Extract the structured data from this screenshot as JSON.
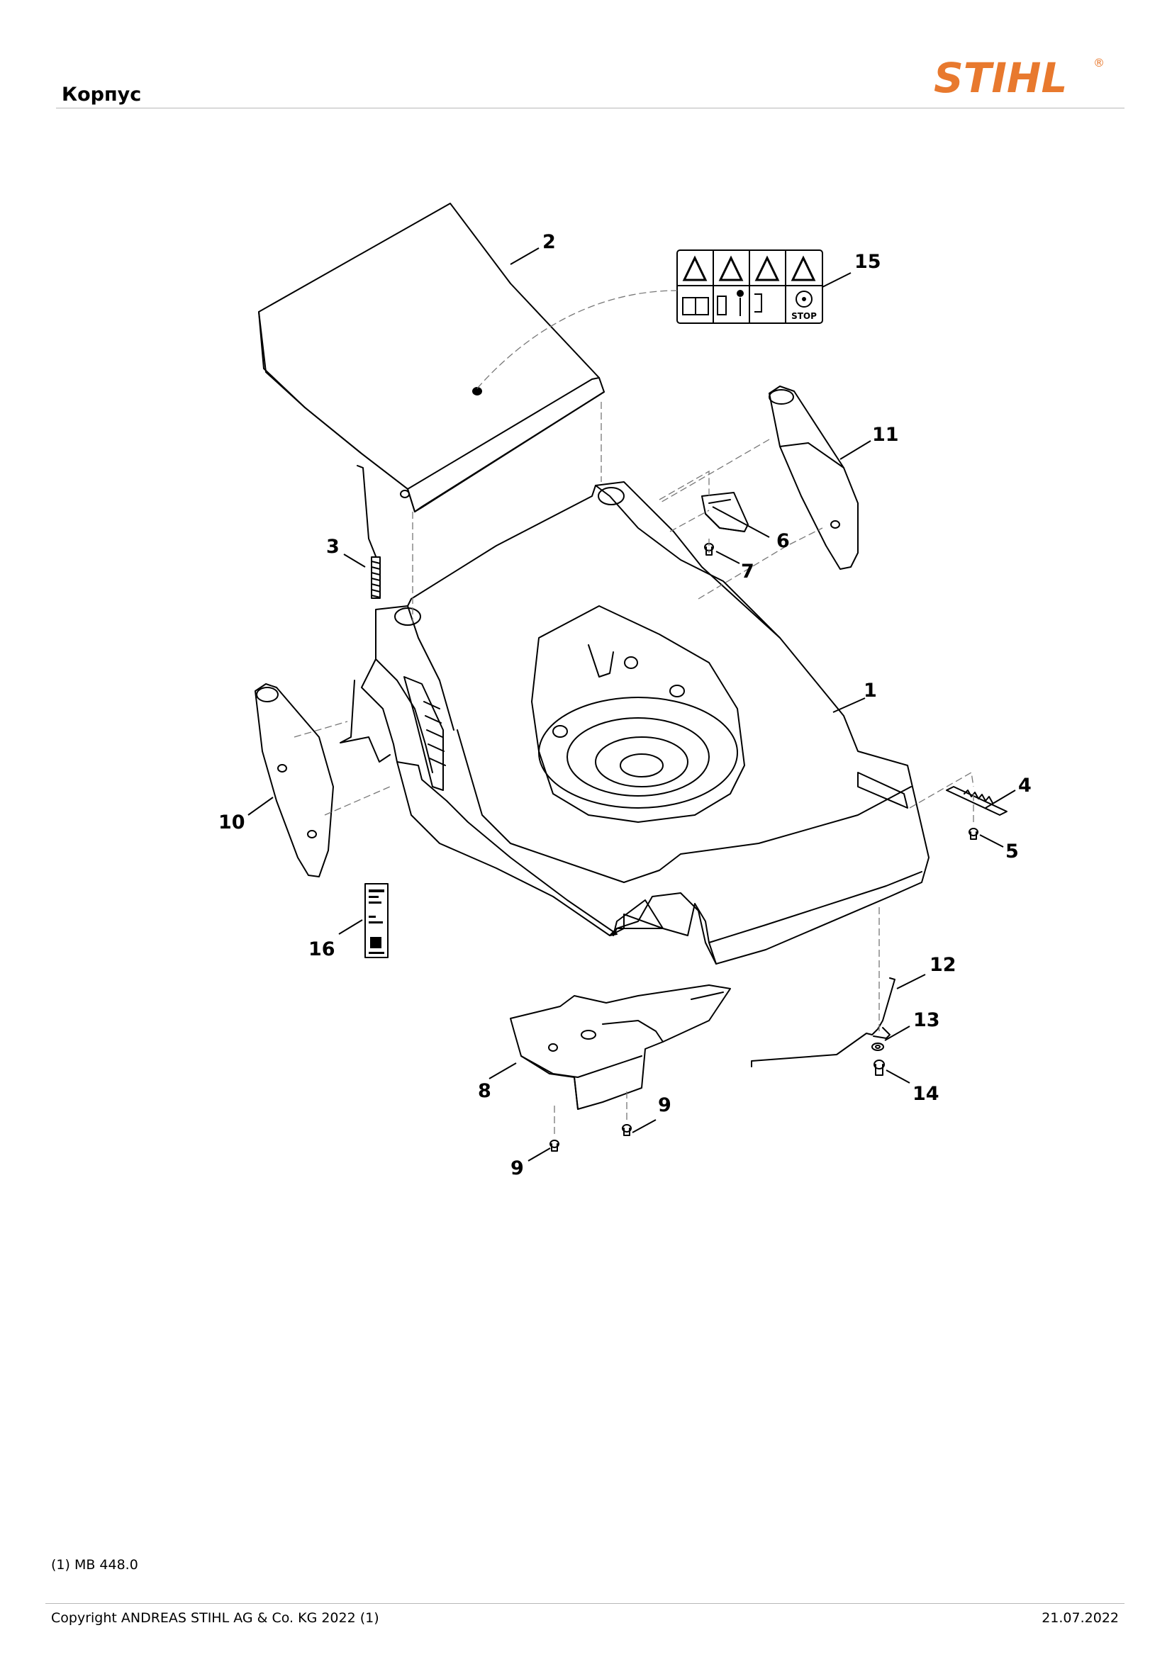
{
  "page": {
    "title": "Корпус",
    "brand": "STIHL",
    "brand_mark": "®",
    "footnote": "(1) MB 448.0",
    "copyright": "Copyright ANDREAS STIHL AG & Co. KG 2022 (1)",
    "date": "21.07.2022"
  },
  "callouts": {
    "c1": "1",
    "c2": "2",
    "c3": "3",
    "c4": "4",
    "c5": "5",
    "c6": "6",
    "c7": "7",
    "c8": "8",
    "c9a": "9",
    "c9b": "9",
    "c10": "10",
    "c11": "11",
    "c12": "12",
    "c13": "13",
    "c14": "14",
    "c15": "15",
    "c16": "16"
  },
  "label15": {
    "stop": "STOP"
  },
  "colors": {
    "brand": "#E8792E",
    "line": "#000000"
  }
}
